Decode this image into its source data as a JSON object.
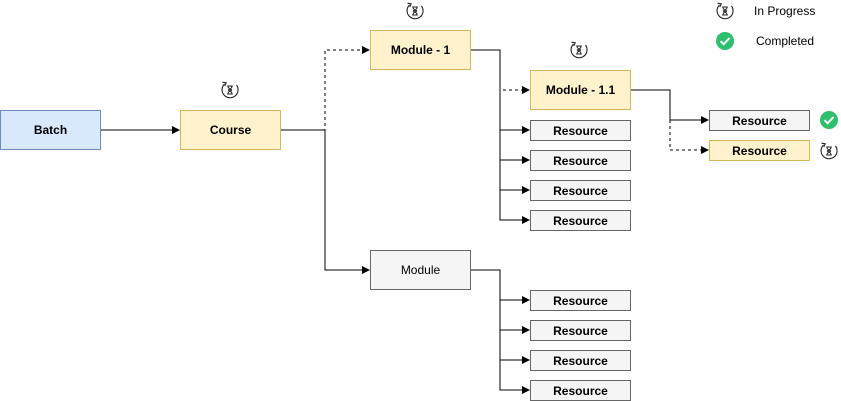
{
  "nodes": {
    "batch": "Batch",
    "course": "Course",
    "module_1": "Module - 1",
    "module_1_1": "Module - 1.1",
    "module": "Module",
    "resource": "Resource"
  },
  "legend": {
    "in_progress": "In Progress",
    "completed": "Completed"
  },
  "icons": {
    "in_progress": "in-progress-hourglass-icon",
    "completed": "completed-check-icon"
  },
  "colors": {
    "blue_fill": "#dae8fc",
    "blue_stroke": "#6c8ebf",
    "yellow_fill": "#fff2cc",
    "yellow_stroke": "#d6b656",
    "grey_fill": "#f5f5f5",
    "grey_stroke": "#666666",
    "completed": "#2ebf6e"
  }
}
